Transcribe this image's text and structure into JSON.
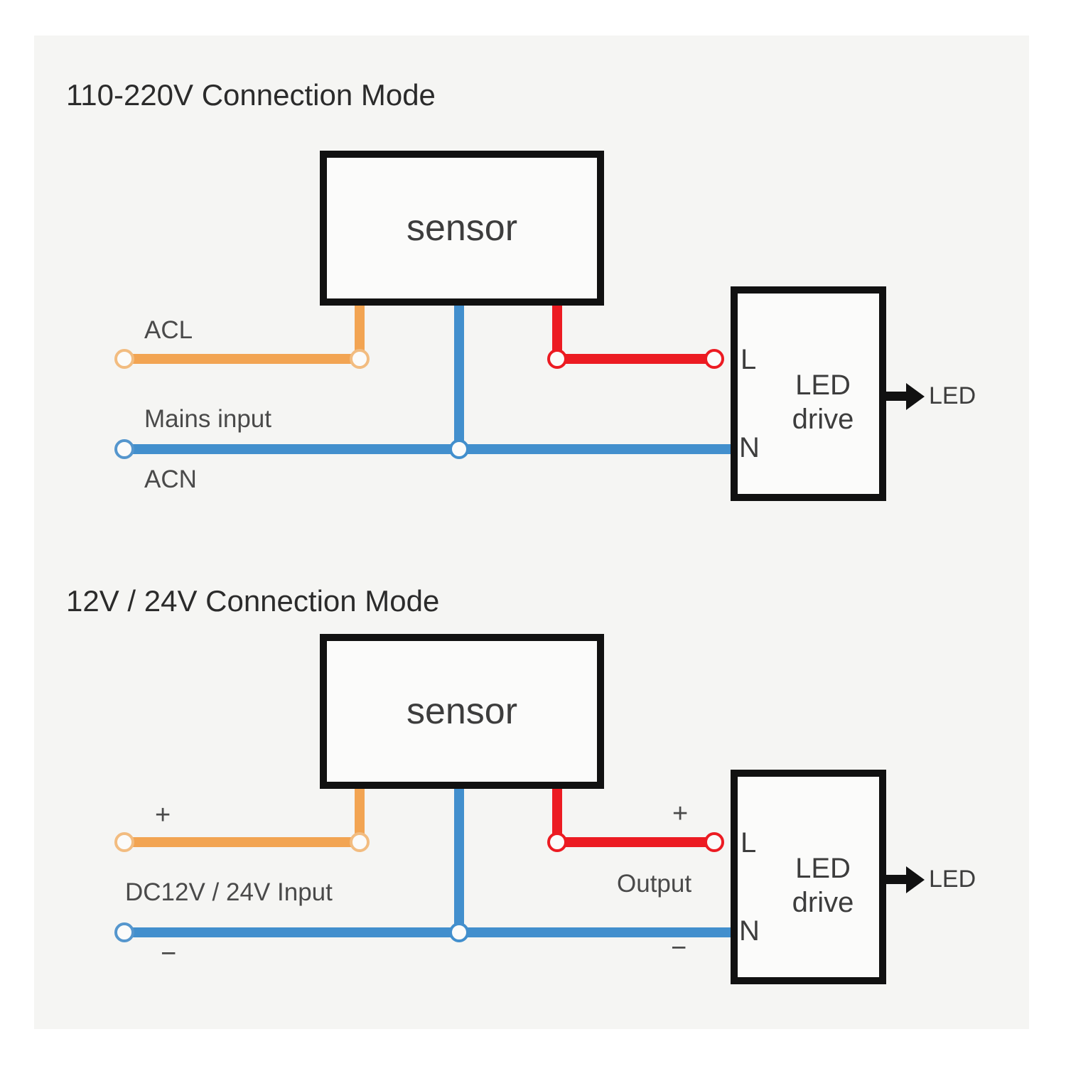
{
  "colors": {
    "page_background": "#ffffff",
    "panel_background": "#f5f5f3",
    "wire_orange": "#f2a452",
    "wire_orange_light": "#f2bc80",
    "wire_blue": "#428fcd",
    "wire_blue_light": "#5596cd",
    "wire_red": "#ec1b22",
    "box_border": "#111111",
    "box_fill": "#fbfbfa",
    "title_text": "#2b2b2b",
    "label_text": "#4a4a4a",
    "component_text": "#3d3d3d"
  },
  "d1": {
    "title": "110-220V Connection Mode",
    "sensor_label": "sensor",
    "labels": {
      "live": "ACL",
      "mains": "Mains input",
      "neutral": "ACN"
    },
    "driver": {
      "terminal_live": "L",
      "terminal_neutral": "N",
      "name_line1": "LED",
      "name_line2": "drive"
    },
    "load_label": "LED"
  },
  "d2": {
    "title": "12V / 24V Connection Mode",
    "sensor_label": "sensor",
    "labels": {
      "plus_in": "+",
      "input": "DC12V / 24V Input",
      "minus_in": "−",
      "plus_out": "+",
      "output": "Output",
      "minus_out": "−"
    },
    "driver": {
      "terminal_live": "L",
      "terminal_neutral": "N",
      "name_line1": "LED",
      "name_line2": "drive"
    },
    "load_label": "LED"
  }
}
